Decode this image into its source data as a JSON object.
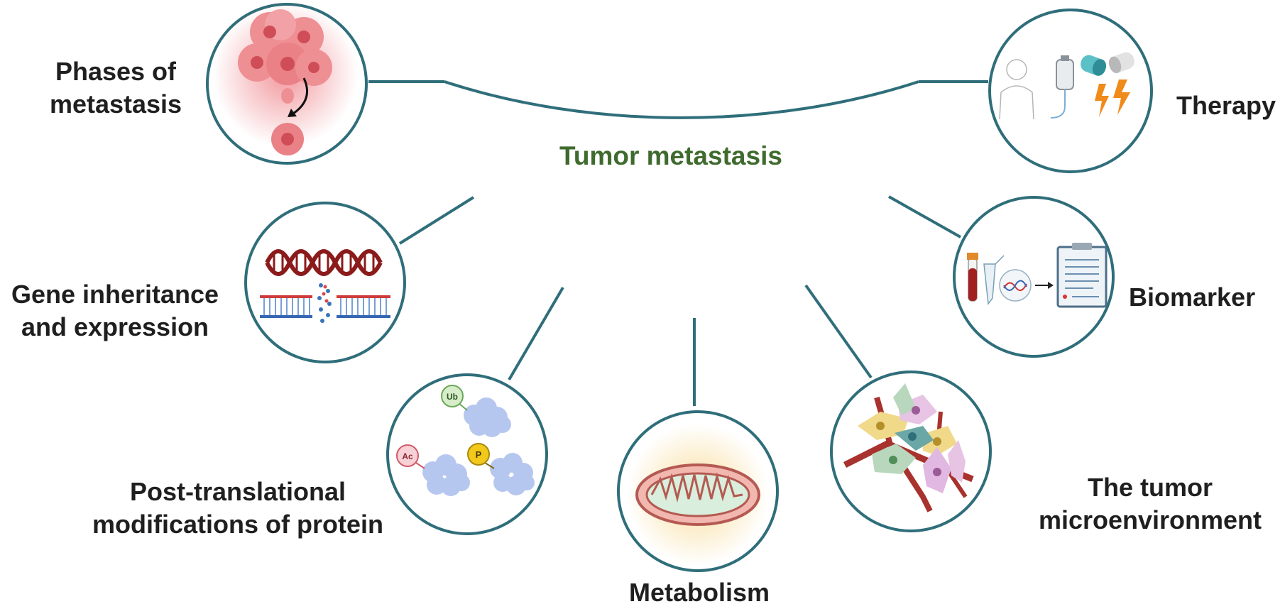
{
  "title": "Tumor metastasis",
  "colors": {
    "title": "#3f6b2e",
    "ring": "#2f6e7a",
    "label": "#1f1f1f"
  },
  "nodes": {
    "phases": {
      "line1": "Phases of",
      "line2": "metastasis",
      "icon": "cancer-cell-cluster-icon"
    },
    "gene": {
      "line1": "Gene inheritance",
      "line2": "and expression",
      "icon": "dna-helix-icon"
    },
    "ptm": {
      "line1": "Post-translational",
      "line2": "modifications of protein",
      "icon": "protein-modification-icon",
      "tags": {
        "ub": "Ub",
        "ac": "Ac",
        "p": "P"
      }
    },
    "metabolism": {
      "line1": "Metabolism",
      "icon": "mitochondrion-icon"
    },
    "tme": {
      "line1": "The tumor",
      "line2": "microenvironment",
      "icon": "tissue-cells-icon"
    },
    "biomarker": {
      "line1": "Biomarker",
      "icon": "biomarker-test-icon"
    },
    "therapy": {
      "line1": "Therapy",
      "icon": "therapy-icon"
    }
  }
}
